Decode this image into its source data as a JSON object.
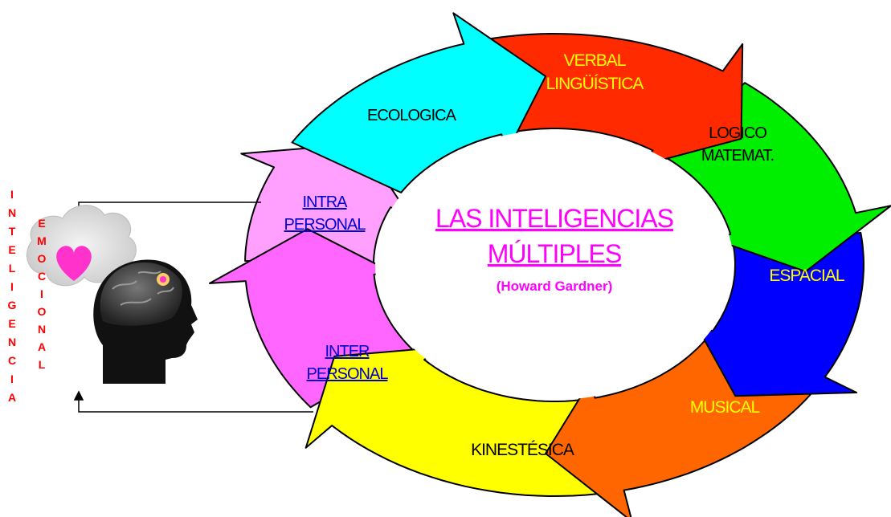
{
  "center": {
    "title_line1": "LAS INTELIGENCIAS",
    "title_line2": "MÚLTIPLES",
    "subtitle": "(Howard Gardner)"
  },
  "segments": [
    {
      "key": "ecologica",
      "lines": [
        "ECOLOGICA"
      ],
      "color": "#00ffff",
      "text_color": "#000000",
      "link": false
    },
    {
      "key": "verbal",
      "lines": [
        "VERBAL",
        "LINGÜÍSTICA"
      ],
      "color": "#ff2a00",
      "text_color": "#ffff00",
      "link": false
    },
    {
      "key": "logico",
      "lines": [
        "LOGICO",
        "MATEMAT."
      ],
      "color": "#00ee00",
      "text_color": "#000000",
      "link": false
    },
    {
      "key": "espacial",
      "lines": [
        "ESPACIAL"
      ],
      "color": "#0000ff",
      "text_color": "#ffff00",
      "link": false
    },
    {
      "key": "musical",
      "lines": [
        "MUSICAL"
      ],
      "color": "#ff6600",
      "text_color": "#ffff00",
      "link": false
    },
    {
      "key": "kinestesica",
      "lines": [
        "KINESTÉSICA"
      ],
      "color": "#ffff00",
      "text_color": "#000000",
      "link": false
    },
    {
      "key": "inter",
      "lines": [
        "INTER",
        "PERSONAL"
      ],
      "color": "#ff66ff",
      "text_color": "#0000cc",
      "link": true
    },
    {
      "key": "intra",
      "lines": [
        "INTRA",
        "PERSONAL"
      ],
      "color": "#ffa0ff",
      "text_color": "#0000cc",
      "link": true
    }
  ],
  "side": {
    "word1": "INTELIGENCIA",
    "word2": "EMOCIONAL",
    "color": "#ff0000"
  },
  "colors": {
    "center_title": "#ff00ff",
    "ring_outline": "#000000",
    "heart": "#ff33cc"
  },
  "icons": [
    "heart-icon",
    "head-brain-icon",
    "thought-cloud-icon"
  ]
}
